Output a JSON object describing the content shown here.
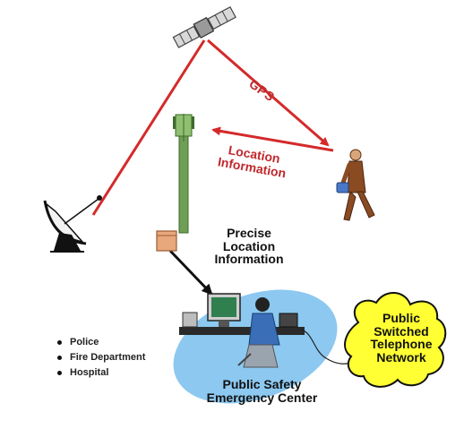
{
  "labels": {
    "gps": "GPS",
    "location": [
      "Location",
      "Information"
    ],
    "precise": [
      "Precise",
      "Location",
      "Information"
    ],
    "psec": [
      "Public Safety",
      "Emergency Center"
    ],
    "pstn": [
      "Public",
      "Switched",
      "Telephone",
      "Network"
    ]
  },
  "services": [
    "Police",
    "Fire Department",
    "Hospital"
  ],
  "colors": {
    "signal_red": "#d42a2a",
    "cloud_yellow": "#ffff33",
    "center_blue": "#8cc8f0",
    "tower_green": "#6f9f55",
    "figure_brown": "#8a4b22"
  },
  "icons": [
    "satellite-icon",
    "cell-tower-icon",
    "satellite-dish-icon",
    "person-icon",
    "operator-workstation-icon"
  ]
}
